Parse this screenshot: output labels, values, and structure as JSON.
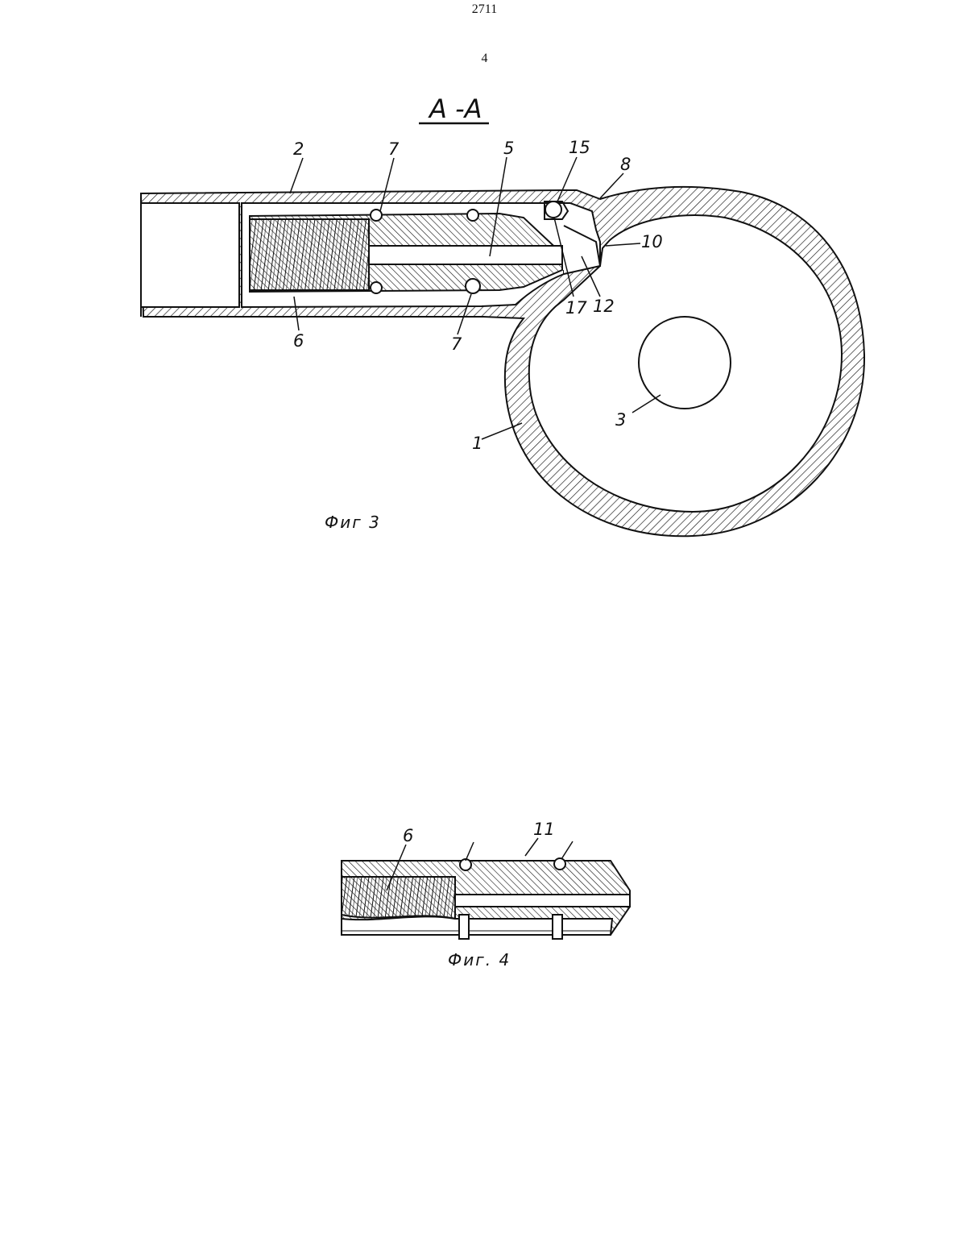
{
  "page": {
    "doc_number": "2711",
    "page_number": "4"
  },
  "figure3": {
    "section_label": "A -A",
    "caption": "Фиг 3",
    "labels": {
      "l2": "2",
      "l7a": "7",
      "l5": "5",
      "l15": "15",
      "l8": "8",
      "l10": "10",
      "l17": "17",
      "l12": "12",
      "l6": "6",
      "l7b": "7",
      "l1": "1",
      "l3": "3"
    }
  },
  "figure4": {
    "caption": "Фиг. 4",
    "labels": {
      "l6": "6",
      "l11": "11"
    }
  },
  "colors": {
    "ink": "#111111",
    "paper": "#ffffff"
  }
}
